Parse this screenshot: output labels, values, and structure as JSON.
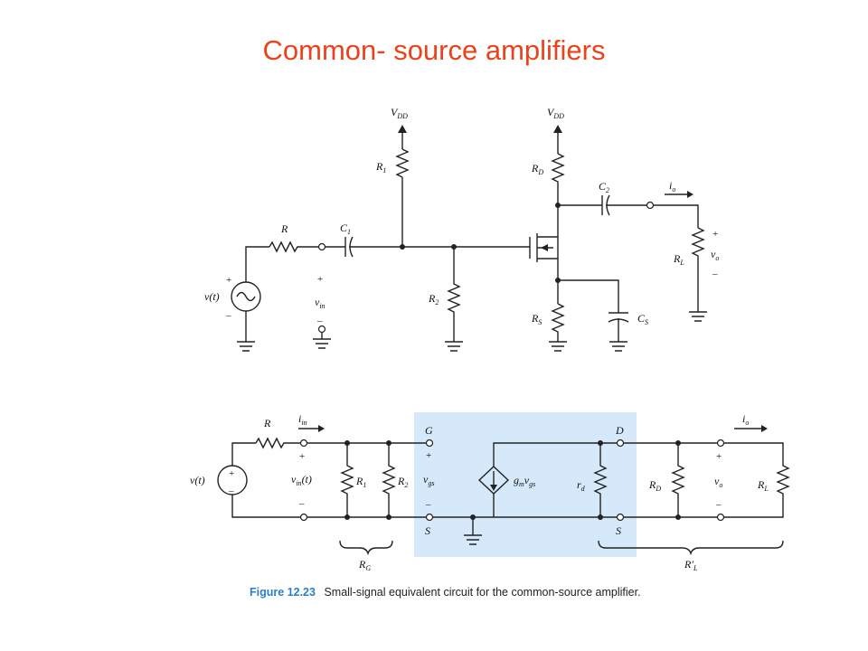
{
  "title": "Common- source amplifiers",
  "top_circuit": {
    "labels": {
      "vdd_left": "V",
      "vdd_left_sub": "DD",
      "vdd_right": "V",
      "vdd_right_sub": "DD",
      "r1": "R",
      "r1_sub": "1",
      "rd": "R",
      "rd_sub": "D",
      "c2": "C",
      "c2_sub": "2",
      "io": "i",
      "io_sub": "o",
      "r": "R",
      "c1": "C",
      "c1_sub": "1",
      "source": "v(t)",
      "vin": "v",
      "vin_sub": "in",
      "r2": "R",
      "r2_sub": "2",
      "rs": "R",
      "rs_sub": "S",
      "cs": "C",
      "cs_sub": "S",
      "rl": "R",
      "rl_sub": "L",
      "vo": "v",
      "vo_sub": "o",
      "plus": "+",
      "minus": "–"
    }
  },
  "bottom_circuit": {
    "labels": {
      "r": "R",
      "iin": "i",
      "iin_sub": "in",
      "source": "v(t)",
      "vin": "v",
      "vin_sub": "in",
      "vin_suffix": "(t)",
      "r1": "R",
      "r1_sub": "1",
      "r2": "R",
      "r2_sub": "2",
      "g": "G",
      "s_left": "S",
      "vgs": "v",
      "vgs_sub": "gs",
      "gm": "g",
      "gm_sub": "m",
      "gm_v": "v",
      "gm_vsub": "gs",
      "rd": "r",
      "rd_sub": "d",
      "d": "D",
      "s_right": "S",
      "io": "i",
      "io_sub": "o",
      "rdd": "R",
      "rdd_sub": "D",
      "vo": "v",
      "vo_sub": "o",
      "rl": "R",
      "rl_sub": "L",
      "rg": "R",
      "rg_sub": "G",
      "rlp": "R′",
      "rlp_sub": "L",
      "plus": "+",
      "minus": "–"
    },
    "highlight_color": "#d6e9fb"
  },
  "caption": {
    "figure": "Figure 12.23",
    "text": "Small-signal equivalent circuit for the common-source amplifier."
  }
}
